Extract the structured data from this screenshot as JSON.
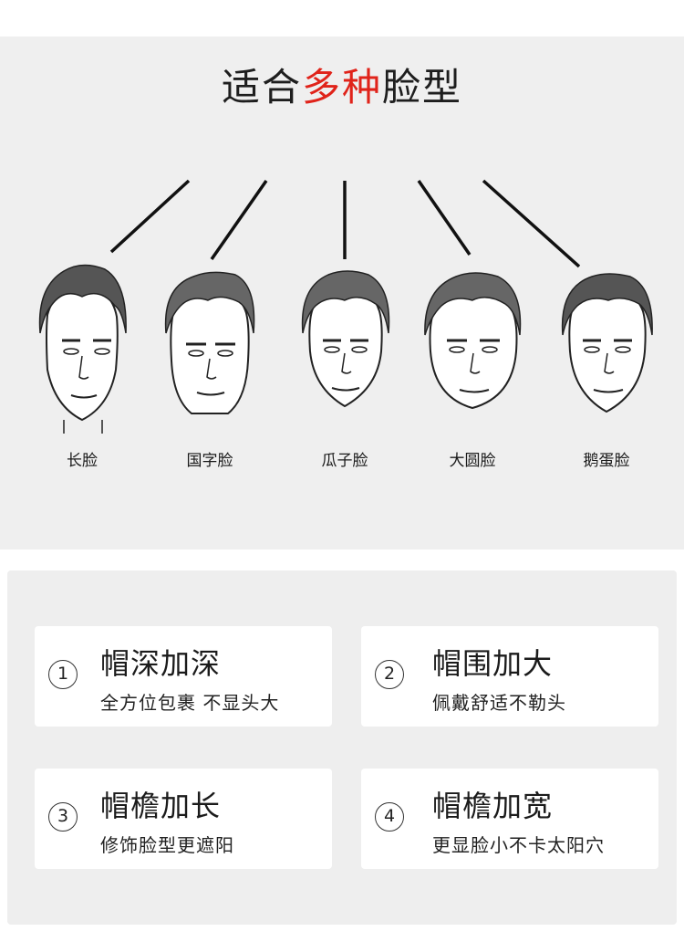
{
  "title": {
    "part1": "适合",
    "accent": "多种",
    "part2": "脸型"
  },
  "colors": {
    "accent": "#e0231a",
    "panel": "#efefef",
    "card": "#ffffff"
  },
  "faces": [
    {
      "label": "长脸"
    },
    {
      "label": "国字脸"
    },
    {
      "label": "瓜子脸"
    },
    {
      "label": "大圆脸"
    },
    {
      "label": "鹅蛋脸"
    }
  ],
  "cards": [
    {
      "num": "1",
      "title": "帽深加深",
      "sub": "全方位包裹 不显头大"
    },
    {
      "num": "2",
      "title": "帽围加大",
      "sub": "佩戴舒适不勒头"
    },
    {
      "num": "3",
      "title": "帽檐加长",
      "sub": "修饰脸型更遮阳"
    },
    {
      "num": "4",
      "title": "帽檐加宽",
      "sub": "更显脸小不卡太阳穴"
    }
  ]
}
